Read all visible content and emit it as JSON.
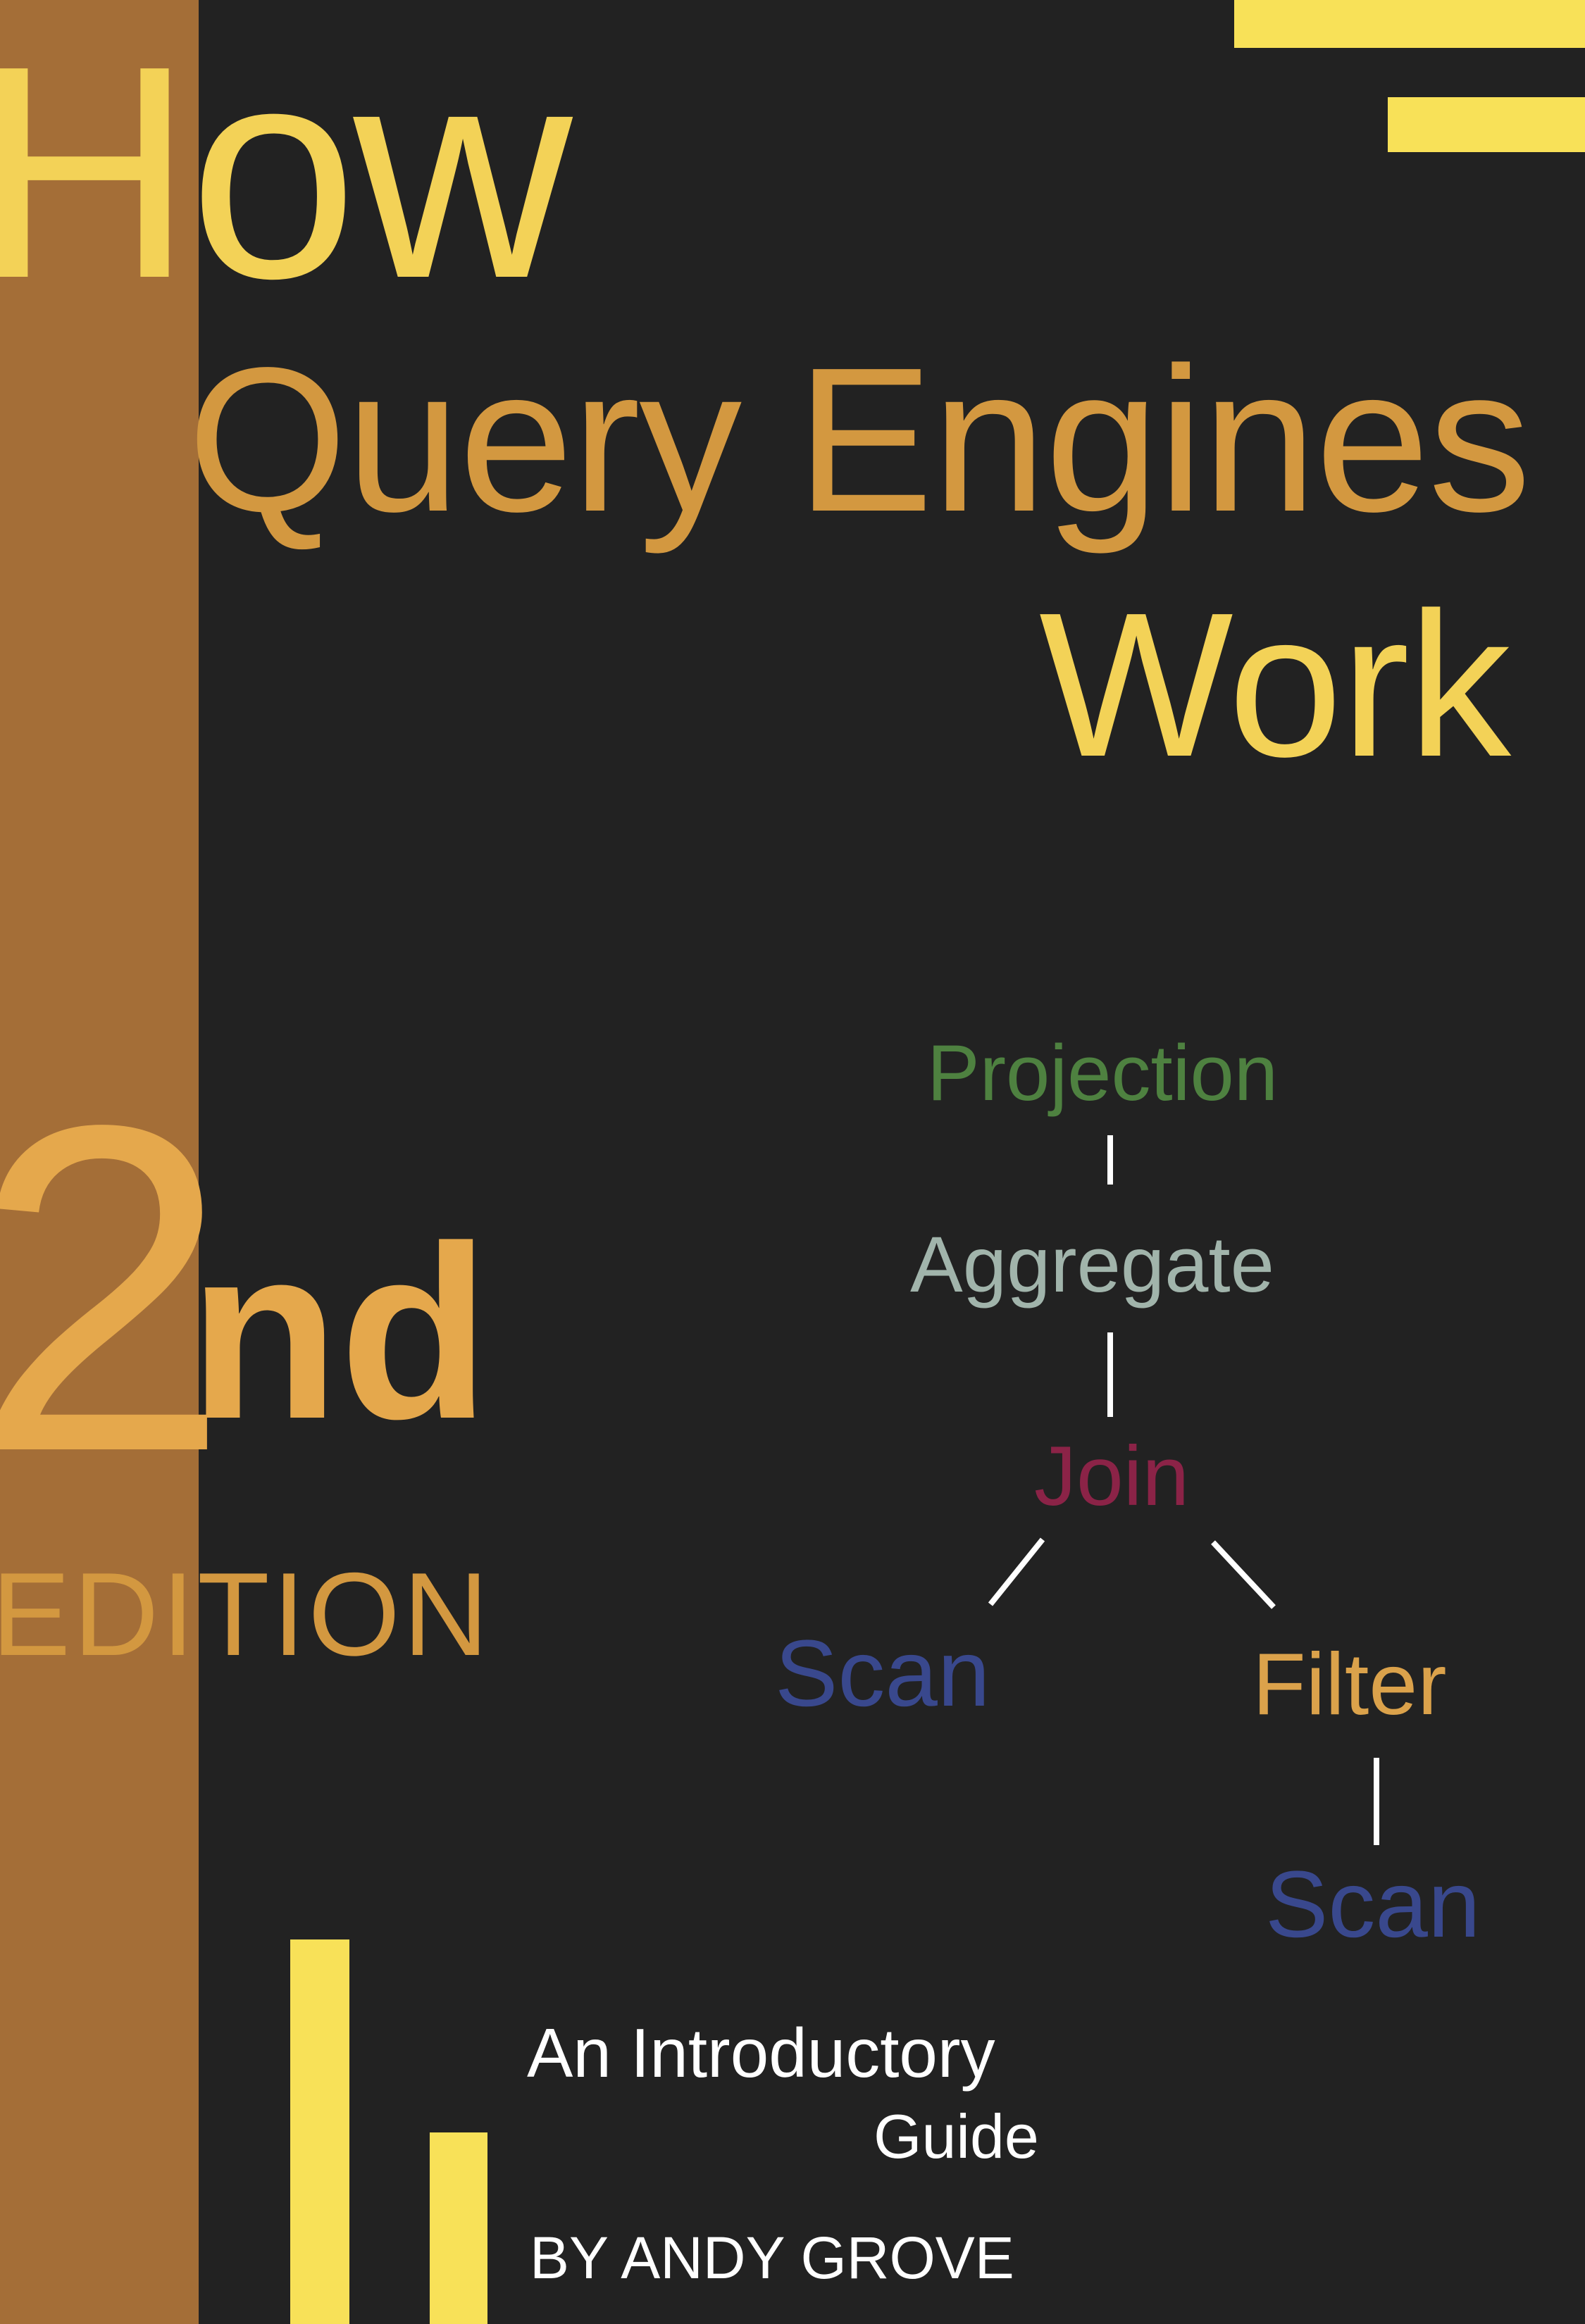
{
  "cover": {
    "title_line1": "How",
    "title_line2": "Query Engines",
    "title_line3": "Work",
    "edition_number": "2",
    "edition_suffix": "nd",
    "edition_word": "EDITION",
    "subtitle_line1": "An Introductory",
    "subtitle_line2": "Guide",
    "author": "BY ANDY GROVE"
  },
  "plan_tree": {
    "projection": "Projection",
    "aggregate": "Aggregate",
    "join": "Join",
    "scan_left": "Scan",
    "filter": "Filter",
    "scan_right": "Scan"
  },
  "colors": {
    "background": "#222222",
    "side_band": "#a46e37",
    "yellow": "#f8e158",
    "title_yellow": "#f3d257",
    "orange": "#d39840",
    "edition_orange": "#e5a84c",
    "projection_green": "#4e8140",
    "aggregate_grey": "#a1b4ab",
    "join_red": "#8b2347",
    "scan_blue": "#39488d",
    "filter_orange": "#dba24b",
    "white": "#ffffff"
  }
}
